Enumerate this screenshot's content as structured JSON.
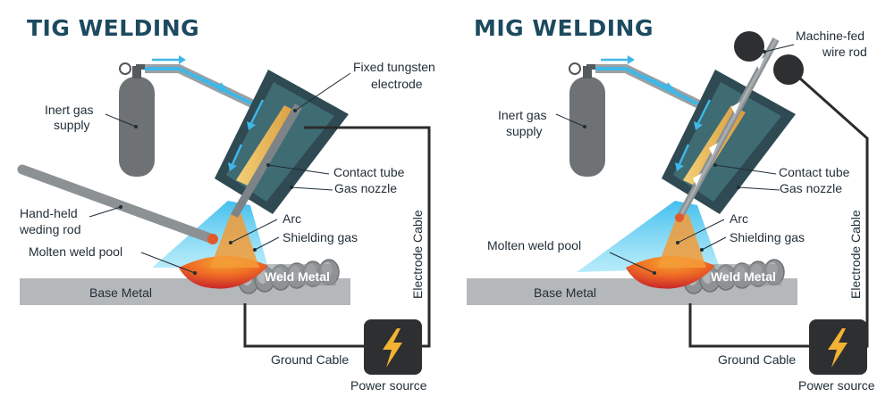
{
  "tig": {
    "title": "TIG WELDING",
    "labels": {
      "inert_gas_1": "Inert gas",
      "inert_gas_2": "supply",
      "electrode_1": "Fixed tungsten",
      "electrode_2": "electrode",
      "contact_tube": "Contact tube",
      "gas_nozzle": "Gas nozzle",
      "rod_1": "Hand-held",
      "rod_2": "weding rod",
      "arc": "Arc",
      "shielding_gas": "Shielding gas",
      "molten_pool": "Molten weld pool",
      "weld_metal": "Weld Metal",
      "base_metal": "Base Metal",
      "electrode_cable": "Electrode Cable",
      "ground_cable": "Ground Cable",
      "power_source": "Power source"
    }
  },
  "mig": {
    "title": "MIG WELDING",
    "labels": {
      "wire_1": "Machine-fed",
      "wire_2": "wire rod",
      "inert_gas_1": "Inert gas",
      "inert_gas_2": "supply",
      "contact_tube": "Contact tube",
      "gas_nozzle": "Gas nozzle",
      "arc": "Arc",
      "shielding_gas": "Shielding gas",
      "molten_pool": "Molten weld pool",
      "weld_metal": "Weld Metal",
      "base_metal": "Base Metal",
      "electrode_cable": "Electrode Cable",
      "ground_cable": "Ground Cable",
      "power_source": "Power source"
    }
  },
  "colors": {
    "title": "#1c4a5f",
    "nozzle": "#2f4a52",
    "nozzle_inner": "#3f6b73",
    "gas": "#39b6e6",
    "tube": "#e9b95e",
    "pool": "#d9362b",
    "flame": "#f08a2a",
    "metal": "#b5b8bb",
    "cable": "#2b2b2b"
  },
  "icons": [
    "gas-cylinder-icon",
    "lightning-bolt-icon",
    "wire-feed-roller-icon"
  ]
}
